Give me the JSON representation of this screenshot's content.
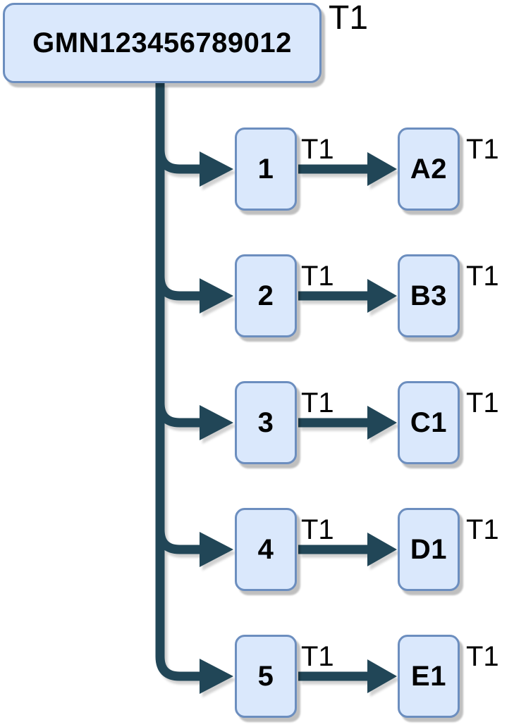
{
  "diagram": {
    "root": {
      "label": "GMN123456789012",
      "tag": "T1"
    },
    "rows": [
      {
        "branch_label": "1",
        "branch_tag": "T1",
        "leaf_label": "A2",
        "leaf_tag": "T1"
      },
      {
        "branch_label": "2",
        "branch_tag": "T1",
        "leaf_label": "B3",
        "leaf_tag": "T1"
      },
      {
        "branch_label": "3",
        "branch_tag": "T1",
        "leaf_label": "C1",
        "leaf_tag": "T1"
      },
      {
        "branch_label": "4",
        "branch_tag": "T1",
        "leaf_label": "D1",
        "leaf_tag": "T1"
      },
      {
        "branch_label": "5",
        "branch_tag": "T1",
        "leaf_label": "E1",
        "leaf_tag": "T1"
      }
    ],
    "colors": {
      "node_fill": "#dae8fc",
      "node_stroke": "#6c8ebf",
      "edge": "#214657",
      "text": "#000000",
      "background": "#ffffff"
    }
  }
}
